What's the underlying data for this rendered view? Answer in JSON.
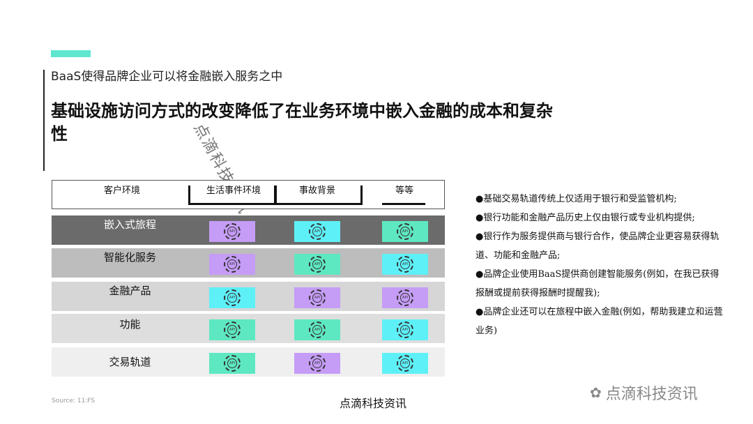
{
  "subtitle": "BaaS使得品牌企业可以将金融嵌入服务之中",
  "title": "基础设施访问方式的改变降低了在业务环境中嵌入金融的成本和复杂性",
  "watermark": "点滴科技资讯",
  "colors": {
    "accent": "#5ee6cf",
    "purple": "#c59cf6",
    "cyan": "#5ef0f7",
    "teal": "#5ee8c2"
  },
  "header": [
    "客户环境",
    "生活事件环境",
    "事故背景",
    "等等"
  ],
  "badge_text": "API",
  "rows": [
    {
      "label": "嵌入式旅程",
      "bg": "#6b6b6b",
      "fg": "#ffffff",
      "badges": [
        "purple",
        "cyan",
        "teal"
      ]
    },
    {
      "label": "智能化服务",
      "bg": "#bdbdbd",
      "fg": "#111111",
      "badges": [
        "purple",
        "teal",
        "cyan"
      ]
    },
    {
      "label": "金融产品",
      "bg": "#d6d6d6",
      "fg": "#111111",
      "badges": [
        "cyan",
        "purple",
        "purple"
      ]
    },
    {
      "label": "功能",
      "bg": "#dedede",
      "fg": "#111111",
      "badges": [
        "teal",
        "teal",
        "cyan"
      ]
    },
    {
      "label": "交易轨道",
      "bg": "#efefef",
      "fg": "#111111",
      "badges": [
        "teal",
        "purple",
        "cyan"
      ]
    }
  ],
  "bullets": [
    "●基础交易轨道传统上仅适用于银行和受监管机构;",
    "●银行功能和金融产品历史上仅由银行或专业机构提供;",
    "●银行作为服务提供商与银行合作，使品牌企业更容易获得轨道、功能和金融产品;",
    "●品牌企业使用BaaS提供商创建智能服务(例如，在我已获得报酬或提前获得报酬时提醒我);",
    "●品牌企业还可以在旅程中嵌入金融(例如，帮助我建立和运营业务)"
  ],
  "source": "Source: 11:FS",
  "footer": "点滴科技资讯",
  "brand": "点滴科技资讯",
  "brand_icon": "wechat-icon",
  "tiny": "S"
}
